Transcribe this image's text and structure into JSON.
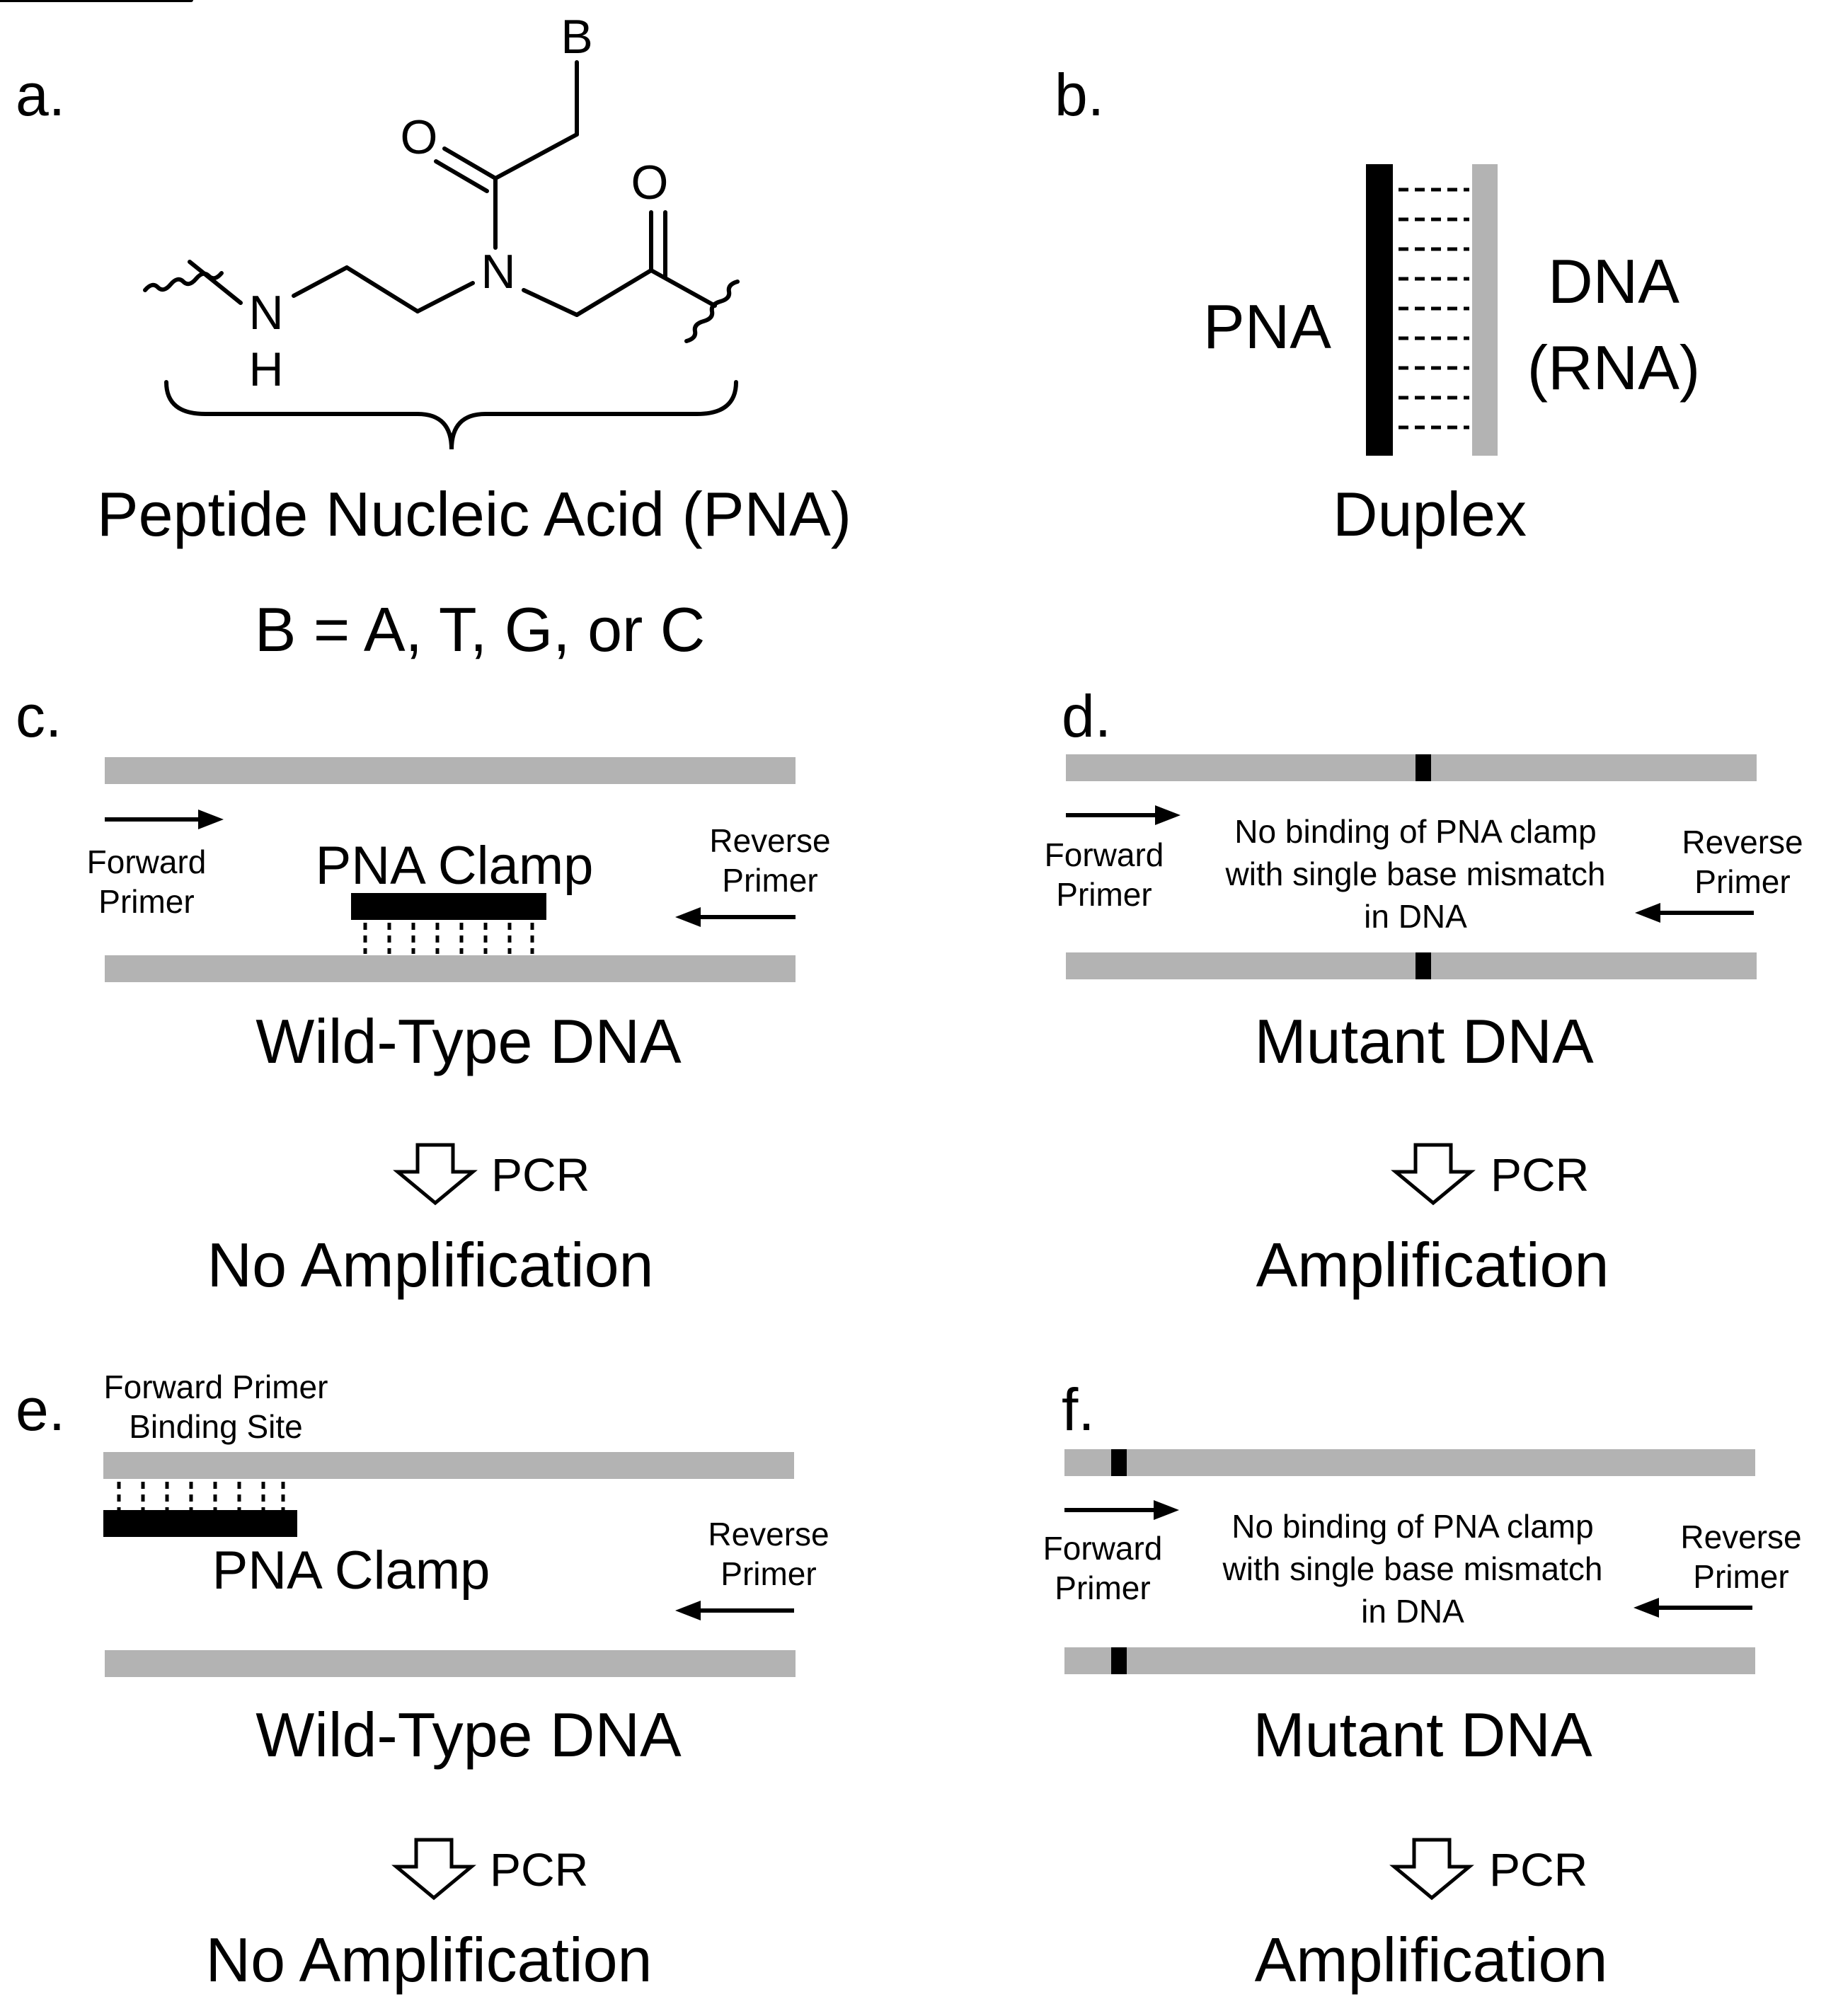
{
  "panels": {
    "a": {
      "letter": "a.",
      "atoms": {
        "b": "B",
        "o1": "O",
        "o2": "O",
        "n": "N",
        "nh_n": "N",
        "nh_h": "H"
      },
      "title": "Peptide Nucleic Acid (PNA)",
      "legend": "B = A, T, G, or C"
    },
    "b": {
      "letter": "b.",
      "left_label": "PNA",
      "right_label_1": "DNA",
      "right_label_2": "(RNA)",
      "caption": "Duplex"
    },
    "c": {
      "letter": "c.",
      "forward_1": "Forward",
      "forward_2": "Primer",
      "reverse_1": "Reverse",
      "reverse_2": "Primer",
      "clamp_label": "PNA Clamp",
      "dna_label": "Wild-Type DNA",
      "pcr": "PCR",
      "result": "No Amplification"
    },
    "d": {
      "letter": "d.",
      "forward_1": "Forward",
      "forward_2": "Primer",
      "reverse_1": "Reverse",
      "reverse_2": "Primer",
      "note_1": "No binding of PNA clamp",
      "note_2": "with single base mismatch",
      "note_3": "in DNA",
      "dna_label": "Mutant DNA",
      "pcr": "PCR",
      "result": "Amplification"
    },
    "e": {
      "letter": "e.",
      "site_1": "Forward Primer",
      "site_2": "Binding Site",
      "clamp_label": "PNA Clamp",
      "reverse_1": "Reverse",
      "reverse_2": "Primer",
      "dna_label": "Wild-Type DNA",
      "pcr": "PCR",
      "result": "No Amplification"
    },
    "f": {
      "letter": "f.",
      "forward_1": "Forward",
      "forward_2": "Primer",
      "reverse_1": "Reverse",
      "reverse_2": "Primer",
      "note_1": "No binding of PNA clamp",
      "note_2": "with single base mismatch",
      "note_3": "in DNA",
      "dna_label": "Mutant DNA",
      "pcr": "PCR",
      "result": "Amplification"
    }
  },
  "colors": {
    "strand": "#b3b3b3",
    "pna": "#000000",
    "background": "#ffffff"
  }
}
